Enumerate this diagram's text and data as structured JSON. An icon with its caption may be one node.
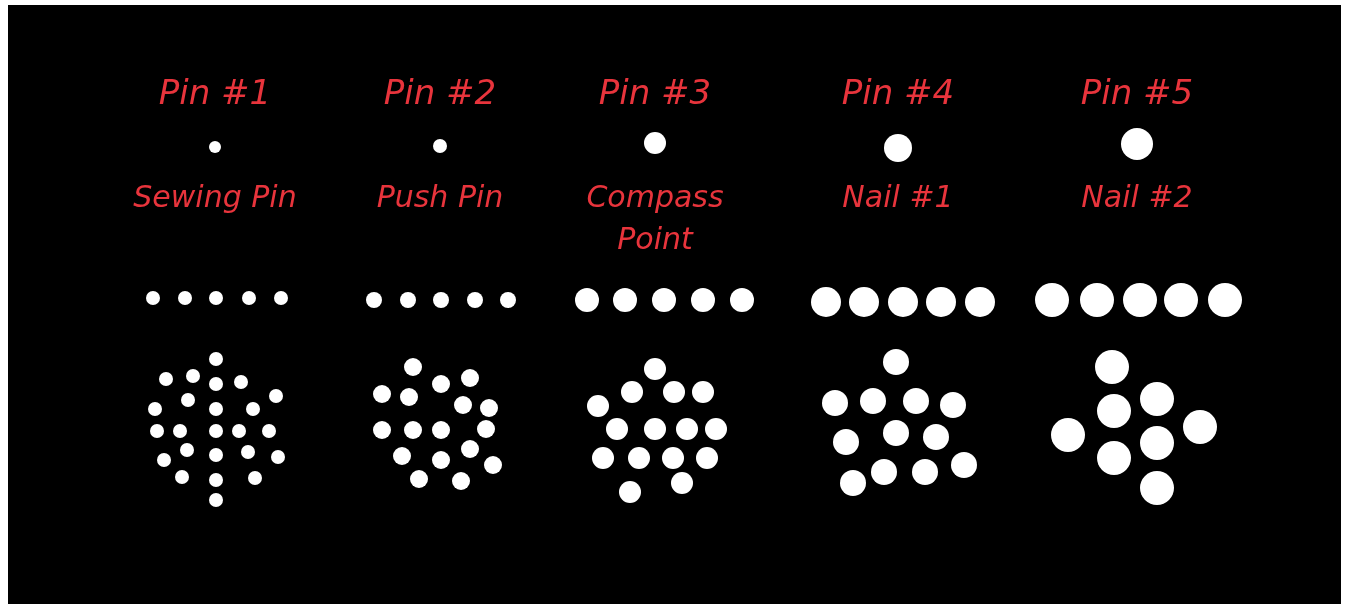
{
  "diagram": {
    "labels": [
      "Pin #1",
      "Pin #2",
      "Pin #3",
      "Pin #4",
      "Pin #5",
      "Sewing Pin",
      "Push Pin",
      "Compass Point",
      "Nail #1",
      "Nail #2"
    ]
  }
}
